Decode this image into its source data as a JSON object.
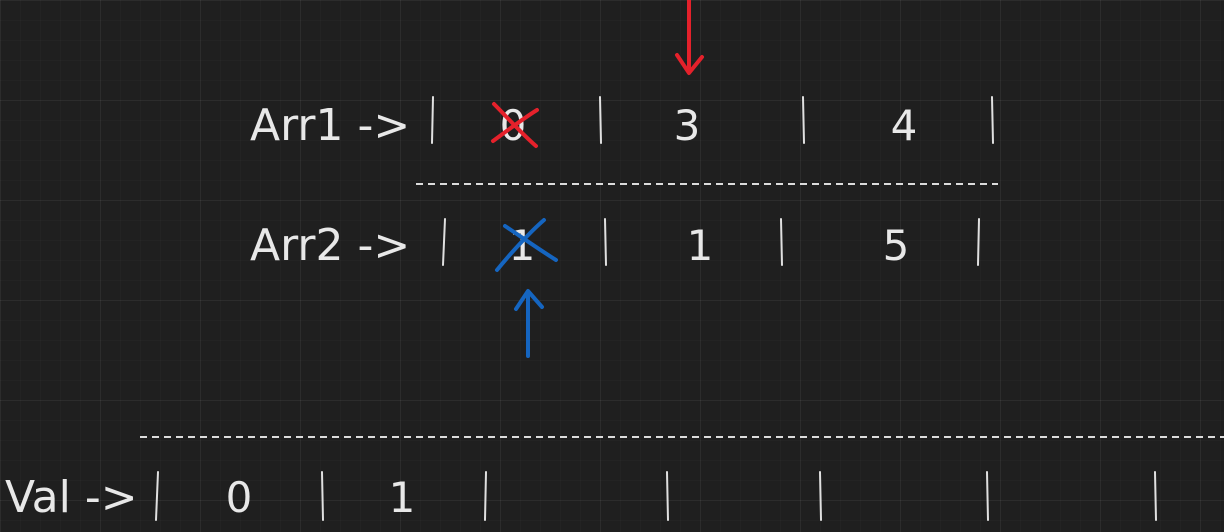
{
  "arrays": {
    "arr1": {
      "label": "Arr1 ->",
      "cells": [
        "0",
        "3",
        "4"
      ]
    },
    "arr2": {
      "label": "Arr2 ->",
      "cells": [
        "1",
        "1",
        "5"
      ]
    },
    "val": {
      "label": "Val ->",
      "cells": [
        "0",
        "1",
        "",
        "",
        "",
        ""
      ]
    }
  },
  "colors": {
    "background": "#1f1f1f",
    "ink": "#e8e8e8",
    "arr1_pointer": "#e5212b",
    "arr2_pointer": "#1565c0"
  },
  "annotations": {
    "arr1_crossed_cell": "0",
    "arr2_crossed_cell": "1",
    "arr1_pointer_target": "3",
    "arr2_pointer_target": "1"
  }
}
